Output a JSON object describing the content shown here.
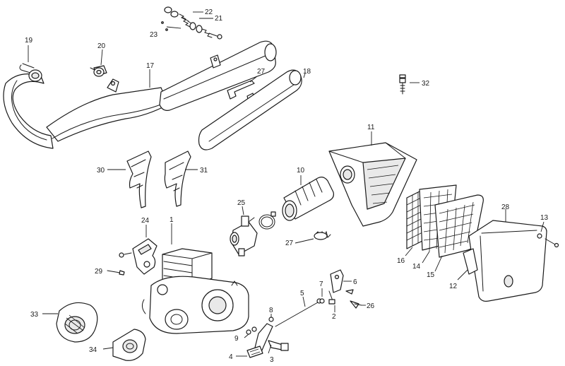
{
  "callouts": [
    {
      "id": "c1",
      "label": "1"
    },
    {
      "id": "c2",
      "label": "2"
    },
    {
      "id": "c3",
      "label": "3"
    },
    {
      "id": "c4",
      "label": "4"
    },
    {
      "id": "c5",
      "label": "5"
    },
    {
      "id": "c6",
      "label": "6"
    },
    {
      "id": "c7",
      "label": "7"
    },
    {
      "id": "c8",
      "label": "8"
    },
    {
      "id": "c9",
      "label": "9"
    },
    {
      "id": "c10",
      "label": "10"
    },
    {
      "id": "c11",
      "label": "11"
    },
    {
      "id": "c12",
      "label": "12"
    },
    {
      "id": "c13",
      "label": "13"
    },
    {
      "id": "c14",
      "label": "14"
    },
    {
      "id": "c15",
      "label": "15"
    },
    {
      "id": "c16",
      "label": "16"
    },
    {
      "id": "c17",
      "label": "17"
    },
    {
      "id": "c18",
      "label": "18"
    },
    {
      "id": "c19",
      "label": "19"
    },
    {
      "id": "c20",
      "label": "20"
    },
    {
      "id": "c21",
      "label": "21"
    },
    {
      "id": "c22",
      "label": "22"
    },
    {
      "id": "c23",
      "label": "23"
    },
    {
      "id": "c24",
      "label": "24"
    },
    {
      "id": "c25",
      "label": "25"
    },
    {
      "id": "c26",
      "label": "26"
    },
    {
      "id": "c27a",
      "label": "27"
    },
    {
      "id": "c27b",
      "label": "27"
    },
    {
      "id": "c28",
      "label": "28"
    },
    {
      "id": "c29",
      "label": "29"
    },
    {
      "id": "c30",
      "label": "30"
    },
    {
      "id": "c31",
      "label": "31"
    },
    {
      "id": "c32",
      "label": "32"
    },
    {
      "id": "c33",
      "label": "33"
    },
    {
      "id": "c34",
      "label": "34"
    }
  ]
}
